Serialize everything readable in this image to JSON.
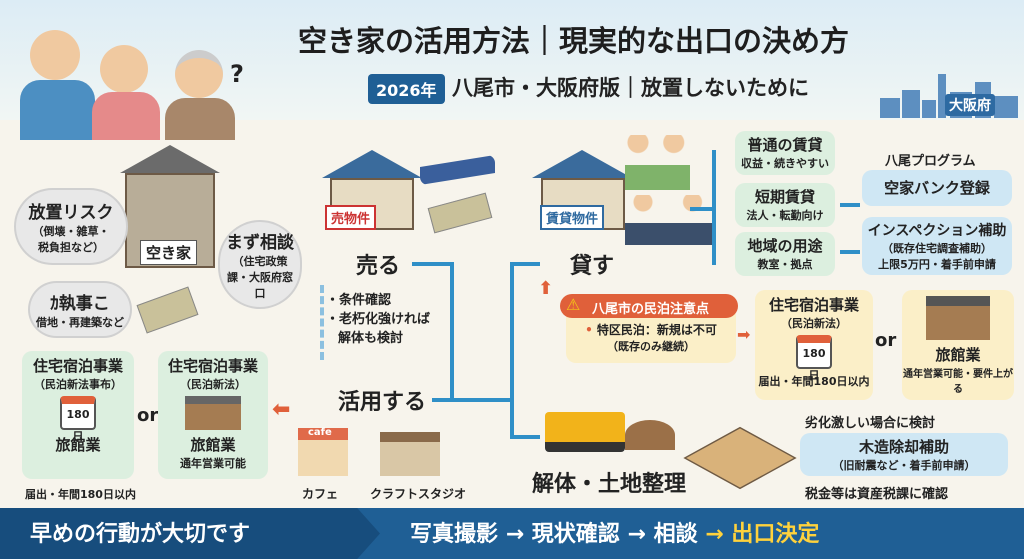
{
  "header": {
    "title": "空き家の活用方法｜現実的な出口の決め方",
    "year_badge": "2026年",
    "subtitle": "八尾市・大阪府版｜放置しないために",
    "region_label": "大阪府"
  },
  "left": {
    "house_label": "空き家",
    "risk": {
      "title": "放置リスク",
      "detail": "（倒壊・雑草・税負担など）"
    },
    "consult": {
      "title": "まず相談",
      "detail": "（住宅政策課・大阪府窓口"
    },
    "rights": {
      "title": "ｶ執事こ",
      "detail": "借地・再建築など"
    }
  },
  "sell": {
    "sign": "売物件",
    "label": "売る",
    "bullets": [
      "条件確認",
      "老朽化強ければ",
      "解体も検討"
    ]
  },
  "use": {
    "label": "活用する",
    "cafe_sign": "cafe",
    "shops": [
      "カフェ",
      "クラフトスタジオ"
    ],
    "option_a": {
      "title": "住宅宿泊事業",
      "subtitle": "（民泊新法事布）",
      "calendar": "180日",
      "type": "旅館業",
      "note": "届出・年間180日以内"
    },
    "or": "or",
    "option_b": {
      "title": "住宅宿泊事業",
      "subtitle": "（民泊新法）",
      "type": "旅館業",
      "note": "通年営業可能"
    }
  },
  "rent": {
    "sign": "賃貸物件",
    "label": "貸す",
    "options": [
      {
        "title": "普通の賃貸",
        "detail": "収益・続きやすい"
      },
      {
        "title": "短期賃貸",
        "detail": "法人・転勤向け"
      },
      {
        "title": "地域の用途",
        "detail": "教室・拠点"
      }
    ],
    "program": {
      "heading": "八尾プログラム",
      "bank": "空家バンク登録",
      "inspection": "インスペクション補助",
      "inspection_sub": "（既存住宅調査補助）",
      "inspection_note": "上限5万円・着手前申請"
    }
  },
  "minpaku": {
    "warning": "八尾市の民泊注意点",
    "point": "特区民泊：新規は不可",
    "point_sub": "（既存のみ継続）",
    "option_a": {
      "title": "住宅宿泊事業",
      "subtitle": "（民泊新法）",
      "calendar": "180日",
      "note": "届出・年間180日以内"
    },
    "or": "or",
    "option_b": {
      "type": "旅館業",
      "note": "通年営業可能・要件上がる"
    }
  },
  "demolish": {
    "label": "解体・土地整理",
    "note1": "劣化激しい場合に検討",
    "subsidy": "木造除却補助",
    "subsidy_sub": "（旧耐震など・着手前申請）",
    "note2": "税金等は資産税課に確認"
  },
  "footer": {
    "left": "早めの行動が大切です",
    "steps": [
      "写真撮影",
      "現状確認",
      "相談",
      "出口決定"
    ],
    "sep": "→"
  }
}
